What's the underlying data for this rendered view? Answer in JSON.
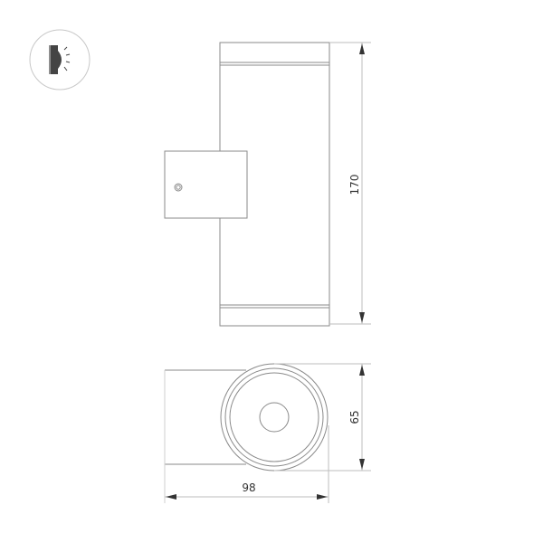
{
  "diagram": {
    "type": "technical-drawing",
    "subject": "wall-mounted up/down cylinder lamp",
    "icon": {
      "name": "wall-light-icon",
      "description": "wall lamp emitting light"
    },
    "views": {
      "front": {
        "label": "front-view",
        "dimension_height": "170"
      },
      "top": {
        "label": "top-view",
        "dimension_depth": "65",
        "dimension_width": "98"
      }
    },
    "colors": {
      "line": "#8a8a8a",
      "dim_line": "#bdbdbd",
      "text": "#333333",
      "icon_fill": "#444444"
    }
  }
}
